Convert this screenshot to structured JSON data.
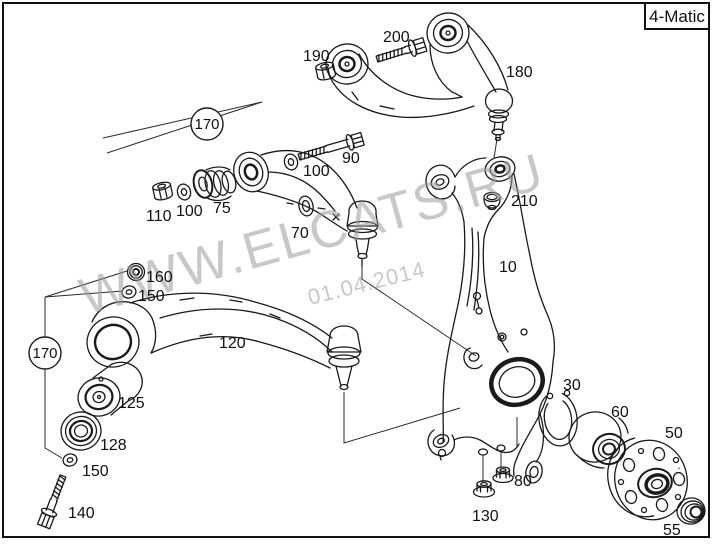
{
  "frame": {
    "variant_label": "4-Matic"
  },
  "watermark": {
    "site": "WWW.ELCATS.RU",
    "date": "01.04.2014"
  },
  "colors": {
    "line": "#1a1a1a",
    "label_text": "#111111",
    "watermark_gray": "#9a9a9a",
    "background": "#ffffff"
  },
  "kit_callouts": {
    "upper": "170",
    "lower": "170"
  },
  "part_labels": {
    "p10": "10",
    "p30": "30",
    "p50": "50",
    "p55": "55",
    "p60": "60",
    "p70": "70",
    "p75": "75",
    "p80": "80",
    "p90": "90",
    "p100a": "100",
    "p100b": "100",
    "p110": "110",
    "p120": "120",
    "p125": "125",
    "p128": "128",
    "p130": "130",
    "p140": "140",
    "p150a": "150",
    "p150b": "150",
    "p160": "160",
    "p180": "180",
    "p190": "190",
    "p200": "200",
    "p210": "210"
  }
}
